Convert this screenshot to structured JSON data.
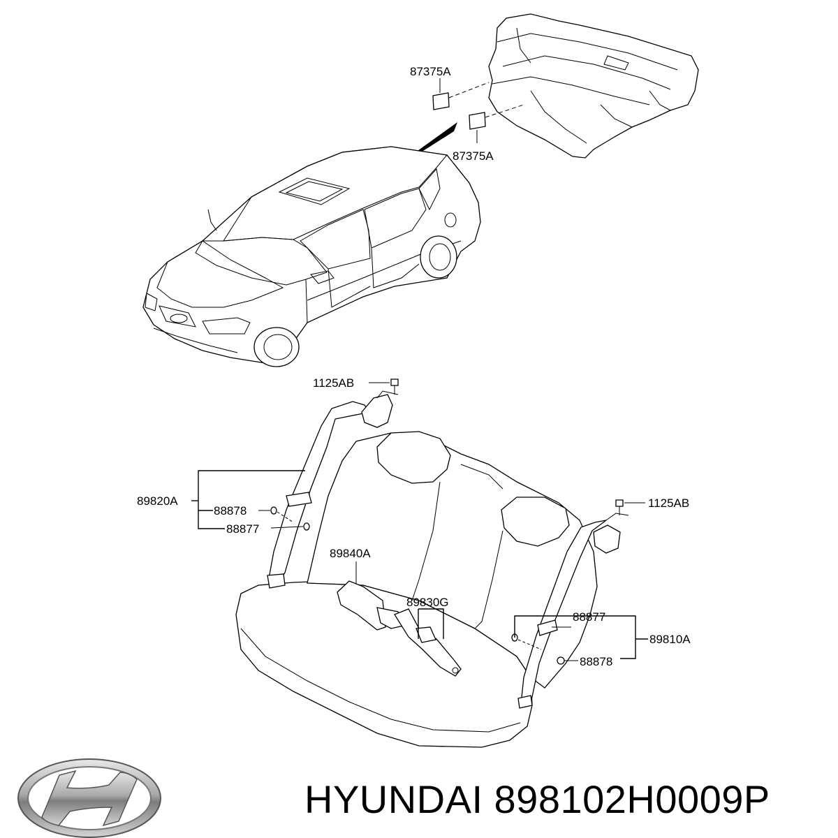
{
  "labels": {
    "insulator_top": "87375A",
    "insulator_bottom": "87375A",
    "bolt_left": "1125AB",
    "bolt_right": "1125AB",
    "belt_left_assy": "89820A",
    "left_cap_upper": "88878",
    "left_cap_lower": "88877",
    "buckle_left": "89840A",
    "buckle_center": "89830G",
    "right_cap_upper": "88877",
    "belt_right_assy": "89810A",
    "right_cap_lower": "88878"
  },
  "brand": {
    "name": "HYUNDAI",
    "part_number": "898102H0009P"
  }
}
